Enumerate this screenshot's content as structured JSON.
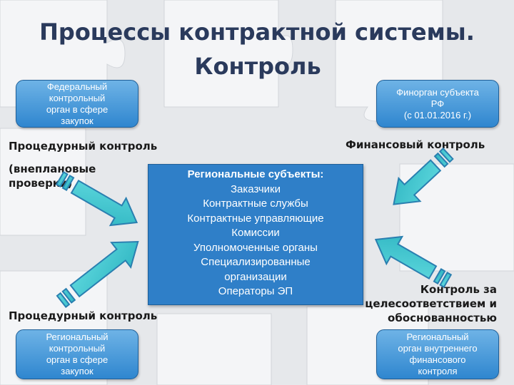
{
  "title": {
    "line1": "Процессы контрактной системы.",
    "line2": "Контроль"
  },
  "boxes": {
    "federal": [
      "Федеральный",
      "контрольный",
      "орган в сфере",
      "закупок"
    ],
    "finorgan": [
      "Финорган субъекта",
      "РФ",
      "(с 01.01.2016 г.)"
    ],
    "regional_control": [
      "Региональный",
      "контрольный",
      "орган в сфере",
      "закупок"
    ],
    "regional_internal": [
      "Региональный",
      "орган внутреннего",
      "финансового",
      "контроля"
    ]
  },
  "center": {
    "heading": "Региональные субъекты:",
    "items": [
      "Заказчики",
      "Контрактные службы",
      "Контрактные управляющие",
      "Комиссии",
      "Уполномоченные органы",
      "Специализированные",
      "организации",
      "Операторы ЭП"
    ]
  },
  "labels": {
    "procedural_top": "Процедурный контроль",
    "unplanned": "(внеплановые проверки)",
    "financial": "Финансовый контроль",
    "procedural_bottom": "Процедурный контроль",
    "expedience": [
      "Контроль за",
      "целесоответствием и",
      "обоснованностью"
    ]
  },
  "colors": {
    "title": "#2a3a5c",
    "box_top": "#6eb3e6",
    "box_bottom": "#2f86cf",
    "center_fill": "#2f7fc8",
    "arrow_fill": "#3ec6cf",
    "arrow_stroke": "#2a7fb0"
  }
}
